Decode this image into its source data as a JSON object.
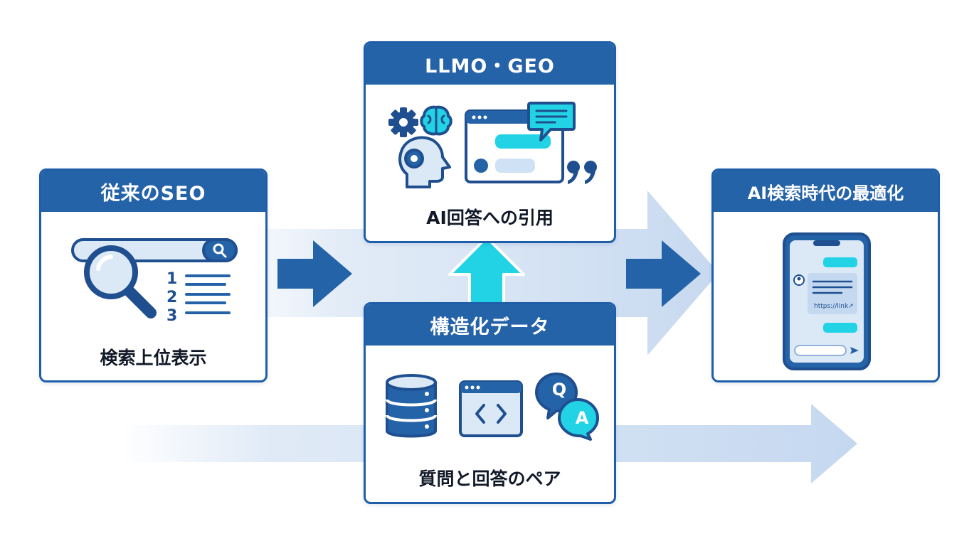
{
  "colors": {
    "primary": "#2563a8",
    "dark": "#1f4f8f",
    "light_blue": "#dbe8f6",
    "cyan": "#22d3e6",
    "flow": "#c9daf0"
  },
  "cards": {
    "seo": {
      "title": "従来のSEO",
      "label": "検索上位表示"
    },
    "llmo": {
      "title": "LLMO・GEO",
      "label": "AI回答への引用"
    },
    "structured": {
      "title": "構造化データ",
      "label": "質問と回答のペア"
    },
    "ai": {
      "title": "AI検索時代の最適化"
    }
  },
  "seo_ranks": [
    "1",
    "2",
    "3"
  ],
  "phone": {
    "link_text": "https://link↗"
  },
  "qa": {
    "q": "Q",
    "a": "A"
  },
  "icons": [
    "search-bar-icon",
    "magnifier-icon",
    "gear-icon",
    "brain-icon",
    "head-icon",
    "chat-window-icon",
    "speech-bubble-icon",
    "quote-icon",
    "database-icon",
    "code-window-icon",
    "qa-bubbles-icon",
    "smartphone-icon",
    "send-icon"
  ]
}
